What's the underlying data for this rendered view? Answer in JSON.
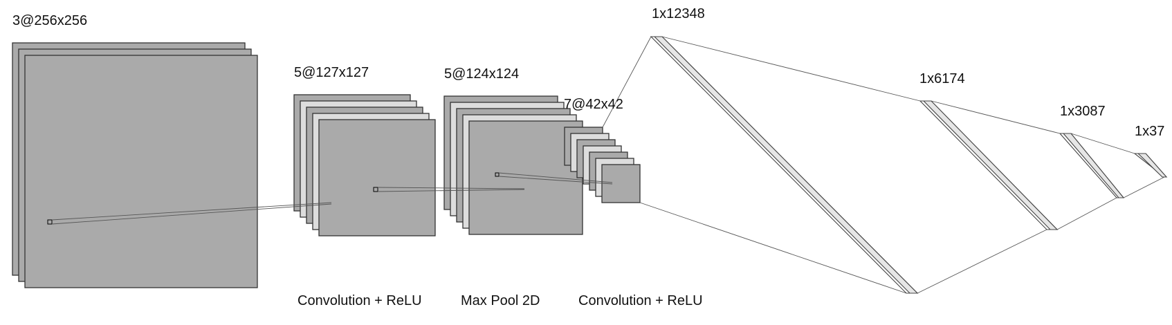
{
  "layers": [
    {
      "label": "3@256x256"
    },
    {
      "label": "5@127x127"
    },
    {
      "label": "5@124x124"
    },
    {
      "label": "7@42x42"
    }
  ],
  "dense": [
    {
      "label": "1x12348"
    },
    {
      "label": "1x6174"
    },
    {
      "label": "1x3087"
    },
    {
      "label": "1x37"
    }
  ],
  "operations": [
    {
      "label": "Convolution + ReLU"
    },
    {
      "label": "Max Pool 2D"
    },
    {
      "label": "Convolution + ReLU"
    }
  ],
  "colors": {
    "map_fill_dark": "#aaaaaa",
    "map_fill_light": "#dddddd",
    "outline": "#333333"
  }
}
